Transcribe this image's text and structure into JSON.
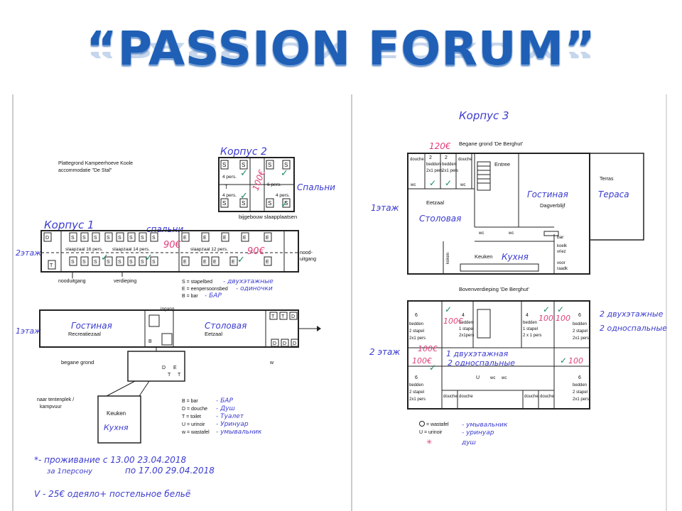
{
  "title": "“PASSION FORUM”",
  "left": {
    "plan_title_1": "Plattegrond Kampeerhoeve Koole",
    "plan_title_2": "accommodatie \"De Stal\"",
    "korpus1": "Корпус 1",
    "korpus2": "Корпус 2",
    "spalni_1": "спальни",
    "spalni_2": "Спальни",
    "etazh2": "2этаж",
    "etazh1": "1этаж",
    "room_a": "slaapzaal 16 pers.",
    "room_b": "slaapzaal 14 pers.",
    "room_c": "slaapzaal 12 pers.",
    "nooduitgang_right_1": "nood-",
    "nooduitgang_right_2": "uitgang",
    "nooduitgang_left": "nooduitgang",
    "verdieping": "verdieping",
    "price_90_a": "90€",
    "price_90_b": "90€",
    "price_100": "100€",
    "k2_4pers_a": "4 pers.",
    "k2_6pers": "6 pers.",
    "k2_4pers_b": "4 pers.",
    "k2_4pers_c": "4 pers.",
    "bijgebouw": "bijgebouw slaapplaatsen",
    "legend_s": "S = stapelbed",
    "legend_s_ru": "- двухэтажные",
    "legend_e": "E = eenpersoonsbed",
    "legend_e_ru": "- одиночки",
    "legend_b": "B = bar",
    "legend_b_ru": "- БАР",
    "ingang": "ingang",
    "gostinaya": "Гостиная",
    "recreatiezaal": "Recreatiezaal",
    "stolovaya": "Столовая",
    "eetzaal": "Eetzaal",
    "begane_grond": "begane grond",
    "w": "w",
    "naar_1": "naar tentenplek /",
    "naar_2": "kampvuur",
    "keuken": "Keuken",
    "kuhnya": "Кухня",
    "leg2_b": "B = bar",
    "leg2_b_ru": "- БАР",
    "leg2_d": "D = douche",
    "leg2_d_ru": "- Душ",
    "leg2_t": "T = toilet",
    "leg2_t_ru": "- Туалет",
    "leg2_u": "U = urinoir",
    "leg2_u_ru": "- Уринуар",
    "leg2_w": "w = wastafel",
    "leg2_w_ru": "- умывальник",
    "note1": "*- проживание с 13.00 23.04.2018",
    "note2a": "за 1персону",
    "note2b": "по 17.00 29.04.2018",
    "note3": "V - 25€ одеяло+ постельное бельё"
  },
  "right": {
    "korpus3": "Корпус 3",
    "begane": "Begane grond 'De Berghut'",
    "price_120": "120€",
    "douche": "douche",
    "bedden2": "2",
    "bedden_word": "bedden",
    "pers_2x1": "2x1 pers",
    "wc": "wc",
    "entree": "Entree",
    "etazh1": "1этаж",
    "eetzaal": "Eetzaal",
    "stolovaya": "Столовая",
    "gostinaya": "Гостиная",
    "dagverblijf": "Dagverblijf",
    "terras": "Terras",
    "terasa": "Тераса",
    "bar": "bar",
    "koelk": "koelk",
    "vriez": "vriez",
    "voor": "voor",
    "raadk": "raadk",
    "koken": "koken",
    "keuken": "Keuken",
    "kuhnya": "Кухня",
    "boven": "Bovenverdieping 'De Berghut'",
    "etazh2": "2 этаж",
    "six": "6",
    "four": "4",
    "stapel2": "2 stapel",
    "pers2x1": "2x1 pers",
    "stapel1": "1 stapel",
    "pers2x1b": "2x1pers",
    "pers2x1c": "2 x 1 pers",
    "p100": "100€",
    "p100b": "100",
    "p100c": "100",
    "p100d": "100€",
    "p100e": "100€",
    "p100f": "100",
    "note_a": "1 двухэтажная",
    "note_b": "2 односпальные",
    "side_a": "2 двухэтажные",
    "side_b": "2 односпальные",
    "u": "U",
    "wc_a": "wc",
    "wc_b": "wc",
    "douche2": "douche",
    "wastafel": "= wastafel",
    "wastafel_ru": "- умывальник",
    "urinoir": "U = urinoir",
    "urinoir_ru": "- уринуар",
    "dush": "душ"
  }
}
